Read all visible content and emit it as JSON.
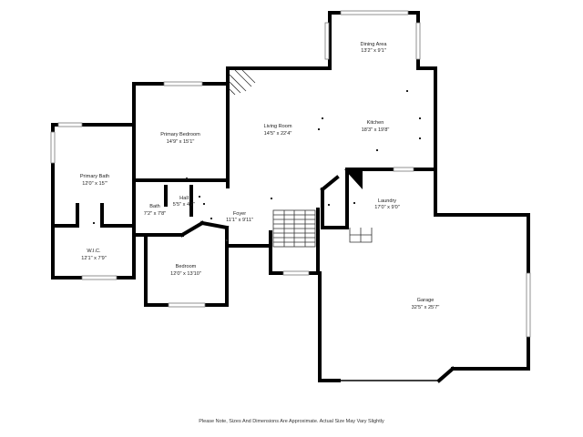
{
  "rooms": [
    {
      "name": "Dining Area",
      "size": "13'2\" x 9'1\""
    },
    {
      "name": "Living Room",
      "size": "14'5\" x 22'4\""
    },
    {
      "name": "Kitchen",
      "size": "18'3\" x 19'8\""
    },
    {
      "name": "Primary Bedroom",
      "size": "14'9\" x 15'1\""
    },
    {
      "name": "Primary Bath",
      "size": "12'0\" x 15'\""
    },
    {
      "name": "Hall",
      "size": "5'5\" x 4'7\""
    },
    {
      "name": "Bath",
      "size": "7'2\" x 7'8\""
    },
    {
      "name": "Foyer",
      "size": "11'1\" x 9'11\""
    },
    {
      "name": "Laundry",
      "size": "17'0\" x 9'0\""
    },
    {
      "name": "W.I.C.",
      "size": "12'1\" x 7'9\""
    },
    {
      "name": "Bedroom",
      "size": "12'0\" x 13'10\""
    },
    {
      "name": "Garage",
      "size": "32'5\" x 25'7\""
    }
  ],
  "footer_note": "Please Note, Sizes And Dimensions Are Approximate. Actual Size May Vary Slightly"
}
